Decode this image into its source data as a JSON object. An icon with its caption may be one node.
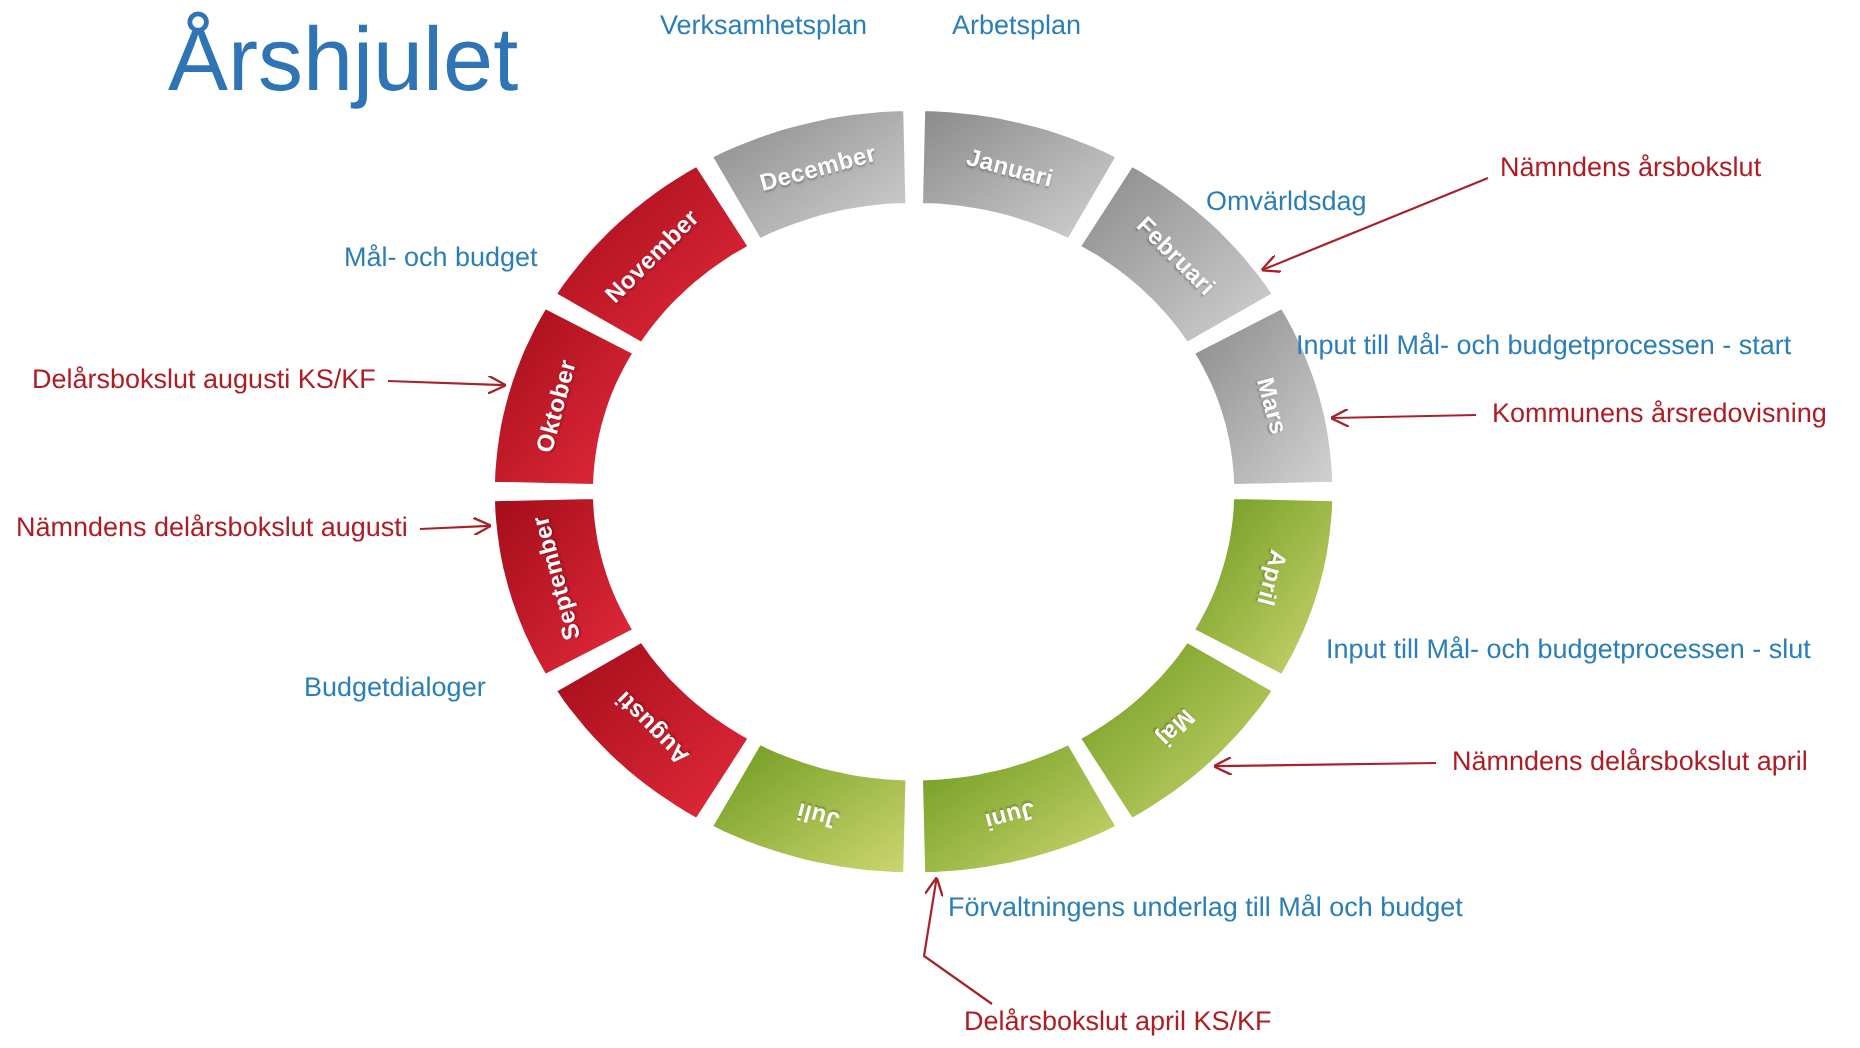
{
  "diagram": {
    "title": "Årshjulet",
    "nodes": [
      {
        "text": [
          "Januari"
        ]
      },
      {
        "text": [
          "Februari"
        ]
      },
      {
        "text": [
          "Mars"
        ]
      },
      {
        "text": [
          "April"
        ]
      },
      {
        "text": [
          "Maj"
        ]
      },
      {
        "text": [
          "Juni"
        ]
      },
      {
        "text": [
          "Juli"
        ]
      },
      {
        "text": [
          "Augusti"
        ]
      },
      {
        "text": [
          "September"
        ]
      },
      {
        "text": [
          "Oktober"
        ]
      },
      {
        "text": [
          "November"
        ]
      },
      {
        "text": [
          "December"
        ]
      },
      {
        "text": [
          "Nämndens årsbokslut"
        ]
      },
      {
        "text": [
          "Kommunens årsredovisning"
        ]
      },
      {
        "text": [
          "Delårsbokslut augusti KS/KF"
        ]
      },
      {
        "text": [
          "Nämndens delårsbokslut augusti"
        ]
      },
      {
        "text": [
          "Nämndens delårsbokslut april"
        ]
      },
      {
        "text": [
          "Delårsbokslut april KS/KF"
        ]
      }
    ],
    "edges": [
      {
        "from": 12,
        "to": 1,
        "arrow": "to"
      },
      {
        "from": 13,
        "to": 2,
        "arrow": "to"
      },
      {
        "from": 14,
        "to": 9,
        "arrow": "to"
      },
      {
        "from": 15,
        "to": 8,
        "arrow": "to"
      },
      {
        "from": 16,
        "to": 4,
        "arrow": "to"
      },
      {
        "from": 17,
        "to": 5,
        "arrow": "to"
      }
    ],
    "labels": [
      "Verksamhetsplan",
      "Arbetsplan",
      "Omvärldsdag",
      "Mål- och budget",
      "Input till Mål- och budgetprocessen  - start",
      "Input till Mål- och budgetprocessen - slut",
      "Budgetdialoger",
      "Förvaltningens underlag till Mål och budget"
    ]
  }
}
